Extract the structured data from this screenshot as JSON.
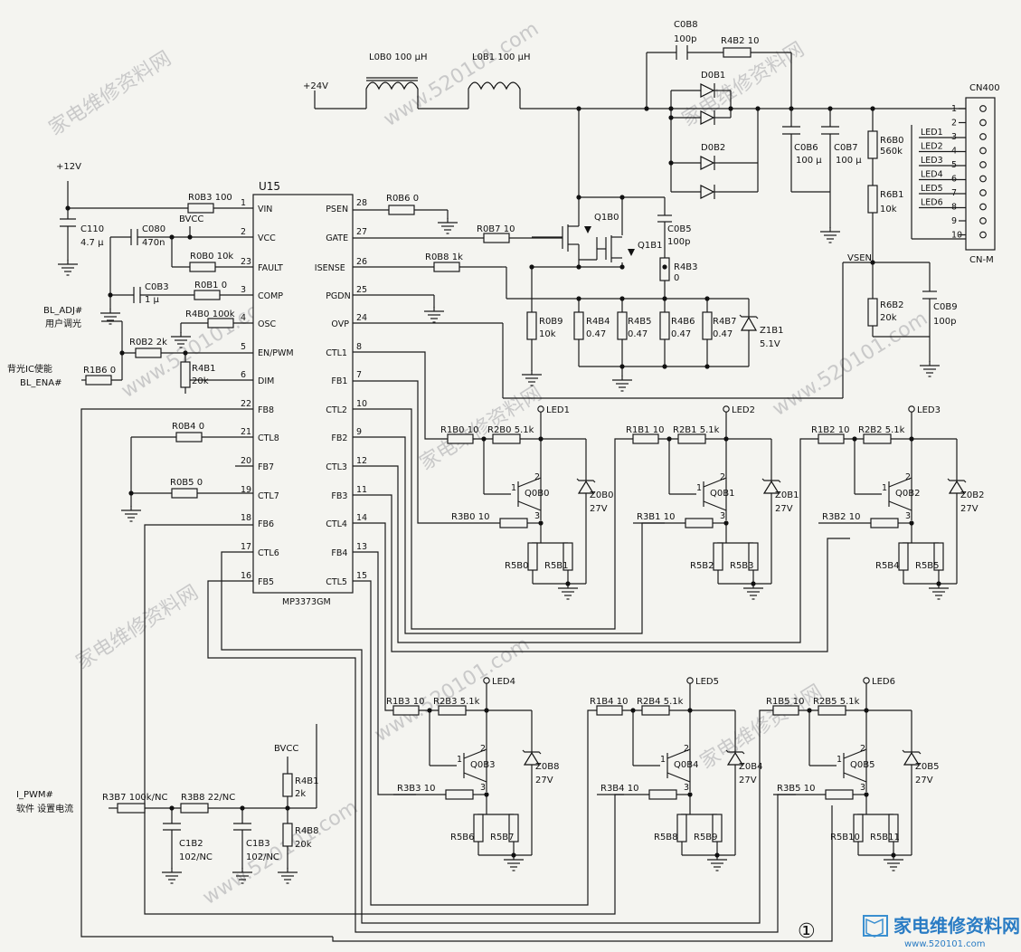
{
  "ic": {
    "ref": "U15",
    "part": "MP3373GM",
    "left_pins": [
      {
        "num": "1",
        "name": "VIN"
      },
      {
        "num": "2",
        "name": "VCC"
      },
      {
        "num": "23",
        "name": "FAULT"
      },
      {
        "num": "3",
        "name": "COMP"
      },
      {
        "num": "4",
        "name": "OSC"
      },
      {
        "num": "5",
        "name": "EN/PWM"
      },
      {
        "num": "6",
        "name": "DIM"
      },
      {
        "num": "22",
        "name": "FB8"
      },
      {
        "num": "21",
        "name": "CTL8"
      },
      {
        "num": "20",
        "name": "FB7"
      },
      {
        "num": "19",
        "name": "CTL7"
      },
      {
        "num": "18",
        "name": "FB6"
      },
      {
        "num": "17",
        "name": "CTL6"
      },
      {
        "num": "16",
        "name": "FB5"
      }
    ],
    "right_pins": [
      {
        "num": "28",
        "name": "PSEN"
      },
      {
        "num": "27",
        "name": "GATE"
      },
      {
        "num": "26",
        "name": "ISENSE"
      },
      {
        "num": "25",
        "name": "PGDN"
      },
      {
        "num": "24",
        "name": "OVP"
      },
      {
        "num": "8",
        "name": "CTL1"
      },
      {
        "num": "7",
        "name": "FB1"
      },
      {
        "num": "10",
        "name": "CTL2"
      },
      {
        "num": "9",
        "name": "FB2"
      },
      {
        "num": "12",
        "name": "CTL3"
      },
      {
        "num": "11",
        "name": "FB3"
      },
      {
        "num": "14",
        "name": "CTL4"
      },
      {
        "num": "13",
        "name": "FB4"
      },
      {
        "num": "15",
        "name": "CTL5"
      }
    ]
  },
  "nets": {
    "v24": "+24V",
    "v12": "+12V",
    "bvcc": "BVCC",
    "bvcc2": "BVCC",
    "vsen": "VSEN"
  },
  "signals": {
    "bl_adj": "BL_ADJ#",
    "bl_adj_cn": "用户调光",
    "bl_ena_cn": "背光IC使能",
    "bl_ena": "BL_ENA#",
    "i_pwm": "I_PWM#",
    "i_pwm_cn": "软件 设置电流"
  },
  "components": {
    "L0B0": "L0B0  100 μH",
    "L0B1": "L0B1  100 μH",
    "C0B8": "C0B8",
    "C0B8v": "100p",
    "R4B2": "R4B2  10",
    "D0B1": "D0B1",
    "D0B2": "D0B2",
    "C0B6": "C0B6",
    "C0B6v": "100 μ",
    "C0B7": "C0B7",
    "C0B7v": "100 μ",
    "R6B0": "R6B0",
    "R6B0v": "560k",
    "R6B1": "R6B1",
    "R6B1v": "10k",
    "R6B2": "R6B2",
    "R6B2v": "20k",
    "C0B9": "C0B9",
    "C0B9v": "100p",
    "C0B5": "C0B5",
    "C0B5v": "100p",
    "R4B3": "R4B3",
    "R4B3v": "0",
    "Q1B0": "Q1B0",
    "Q1B1": "Q1B1",
    "R0B6": "R0B6  0",
    "R0B7": "R0B7  10",
    "R0B8": "R0B8  1k",
    "R0B9": "R0B9",
    "R0B9v": "10k",
    "R4B4": "R4B4",
    "R4B4v": "0.47",
    "R4B5": "R4B5",
    "R4B5v": "0.47",
    "R4B6": "R4B6",
    "R4B6v": "0.47",
    "R4B7": "R4B7",
    "R4B7v": "0.47",
    "Z1B1": "Z1B1",
    "Z1B1v": "5.1V",
    "R0B3": "R0B3  100",
    "C110": "C110",
    "C110v": "4.7 μ",
    "C080": "C080",
    "C080v": "470n",
    "R0B0": "R0B0  10k",
    "C0B3": "C0B3",
    "C0B3v": "1 μ",
    "R0B1": "R0B1  0",
    "R4B0": "R4B0  100k",
    "R0B2": "R0B2  2k",
    "R1B6": "R1B6  0",
    "R4B1a": "R4B1",
    "R4B1av": "20k",
    "R0B4": "R0B4  0",
    "R0B5": "R0B5  0",
    "R3B7": "R3B7  100k/NC",
    "R3B8": "R3B8  22/NC",
    "C1B2": "C1B2",
    "C1B2v": "102/NC",
    "C1B3": "C1B3",
    "C1B3v": "102/NC",
    "R4B1b": "R4B1",
    "R4B1bv": "2k",
    "R4B8": "R4B8",
    "R4B8v": "20k"
  },
  "connector": {
    "ref": "CN400",
    "bottom": "CN-M",
    "pins": [
      "1",
      "2",
      "3",
      "4",
      "5",
      "6",
      "7",
      "8",
      "9",
      "10"
    ],
    "labels": [
      "",
      "",
      "LED1",
      "LED2",
      "LED3",
      "LED4",
      "LED5",
      "LED6",
      "",
      ""
    ]
  },
  "channels": [
    {
      "led": "LED1",
      "r1": "R1B0  10",
      "r2": "R2B0  5.1k",
      "r3": "R3B0  10",
      "q": "Q0B0",
      "z": "Z0B0",
      "zv": "27V",
      "ra": "R5B0",
      "rb": "R5B1"
    },
    {
      "led": "LED2",
      "r1": "R1B1  10",
      "r2": "R2B1  5.1k",
      "r3": "R3B1  10",
      "q": "Q0B1",
      "z": "Z0B1",
      "zv": "27V",
      "ra": "R5B2",
      "rb": "R5B3"
    },
    {
      "led": "LED3",
      "r1": "R1B2  10",
      "r2": "R2B2  5.1k",
      "r3": "R3B2  10",
      "q": "Q0B2",
      "z": "Z0B2",
      "zv": "27V",
      "ra": "R5B4",
      "rb": "R5B5"
    },
    {
      "led": "LED4",
      "r1": "R1B3  10",
      "r2": "R2B3  5.1k",
      "r3": "R3B3  10",
      "q": "Q0B3",
      "z": "Z0B8",
      "zv": "27V",
      "ra": "R5B6",
      "rb": "R5B7"
    },
    {
      "led": "LED5",
      "r1": "R1B4  10",
      "r2": "R2B4  5.1k",
      "r3": "R3B4  10",
      "q": "Q0B4",
      "z": "Z0B4",
      "zv": "27V",
      "ra": "R5B8",
      "rb": "R5B9"
    },
    {
      "led": "LED6",
      "r1": "R1B5  10",
      "r2": "R2B5  5.1k",
      "r3": "R3B5  10",
      "q": "Q0B5",
      "z": "Z0B5",
      "zv": "27V",
      "ra": "R5B10",
      "rb": "R5B11"
    }
  ],
  "figure_number": "①",
  "watermarks": {
    "cn": "家电维修资料网",
    "url": "www.520101.com"
  },
  "logo": {
    "text": "家电维修资料网",
    "url": "www.520101.com"
  }
}
